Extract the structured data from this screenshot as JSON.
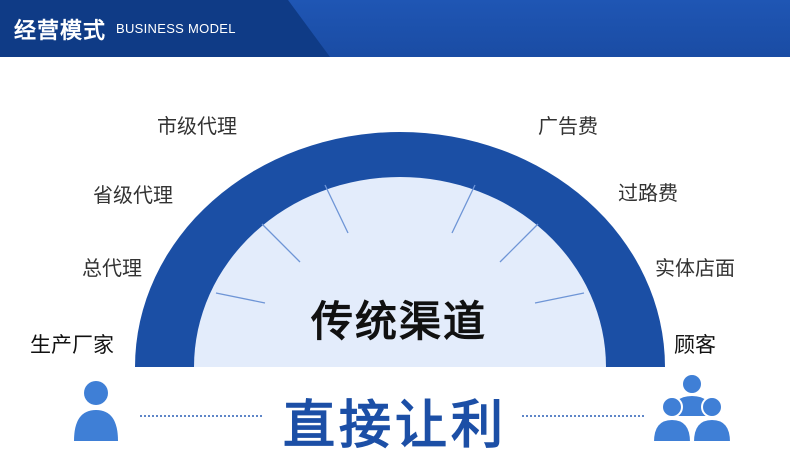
{
  "header": {
    "title": "经营模式",
    "subtitle": "BUSINESS MODEL"
  },
  "diagram": {
    "center_label": "传统渠道",
    "bottom_label": "直接让利",
    "left_labels": [
      "市级代理",
      "省级代理",
      "总代理",
      "生产厂家"
    ],
    "right_labels": [
      "广告费",
      "过路费",
      "实体店面",
      "顾客"
    ]
  },
  "colors": {
    "header_bg": "#1a4ca4",
    "arc_blue": "#1b4fa5",
    "inner_fill": "#e3ecfb",
    "accent_text": "#1c4fa6",
    "icon_blue": "#3f7fd6"
  },
  "icons": {
    "left": "person-icon",
    "right": "group-icon"
  }
}
